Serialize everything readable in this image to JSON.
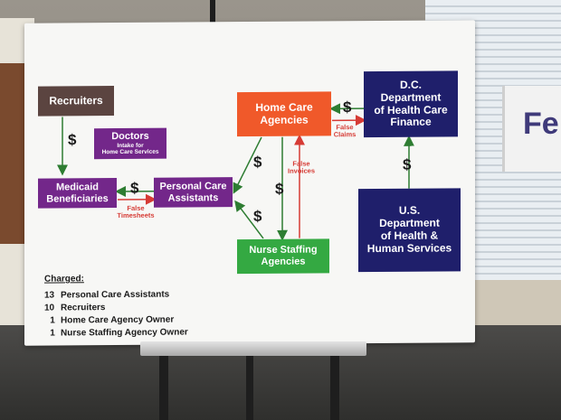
{
  "boxes": {
    "recruiters": "Recruiters",
    "doctors_title": "Doctors",
    "doctors_sub": "Intake for\nHome Care Services",
    "medicaid": "Medicaid\nBeneficiaries",
    "pca": "Personal Care\nAssistants",
    "hca": "Home Care\nAgencies",
    "dc": "D.C.\nDepartment\nof Health Care\nFinance",
    "us": "U.S.\nDepartment\nof Health &\nHuman Services",
    "nsa": "Nurse Staffing\nAgencies"
  },
  "labels": {
    "dollar": "$",
    "false_timesheets": "False\nTimesheets",
    "false_claims": "False\nClaims",
    "false_invoices": "False\nInvoices"
  },
  "charged": {
    "title": "Charged:",
    "rows": [
      {
        "count": "13",
        "text": "Personal Care Assistants"
      },
      {
        "count": "10",
        "text": "Recruiters"
      },
      {
        "count": "1",
        "text": "Home Care Agency Owner"
      },
      {
        "count": "1",
        "text": "Nurse Staffing Agency Owner"
      }
    ]
  },
  "background": {
    "truck_text": "Fe"
  },
  "colors": {
    "purple": "#73278a",
    "navy": "#1f1f6b",
    "orange": "#f0592a",
    "green": "#34a942",
    "brown": "#5b4440",
    "arrow_green": "#2e7d32",
    "arrow_red": "#d63b35"
  }
}
